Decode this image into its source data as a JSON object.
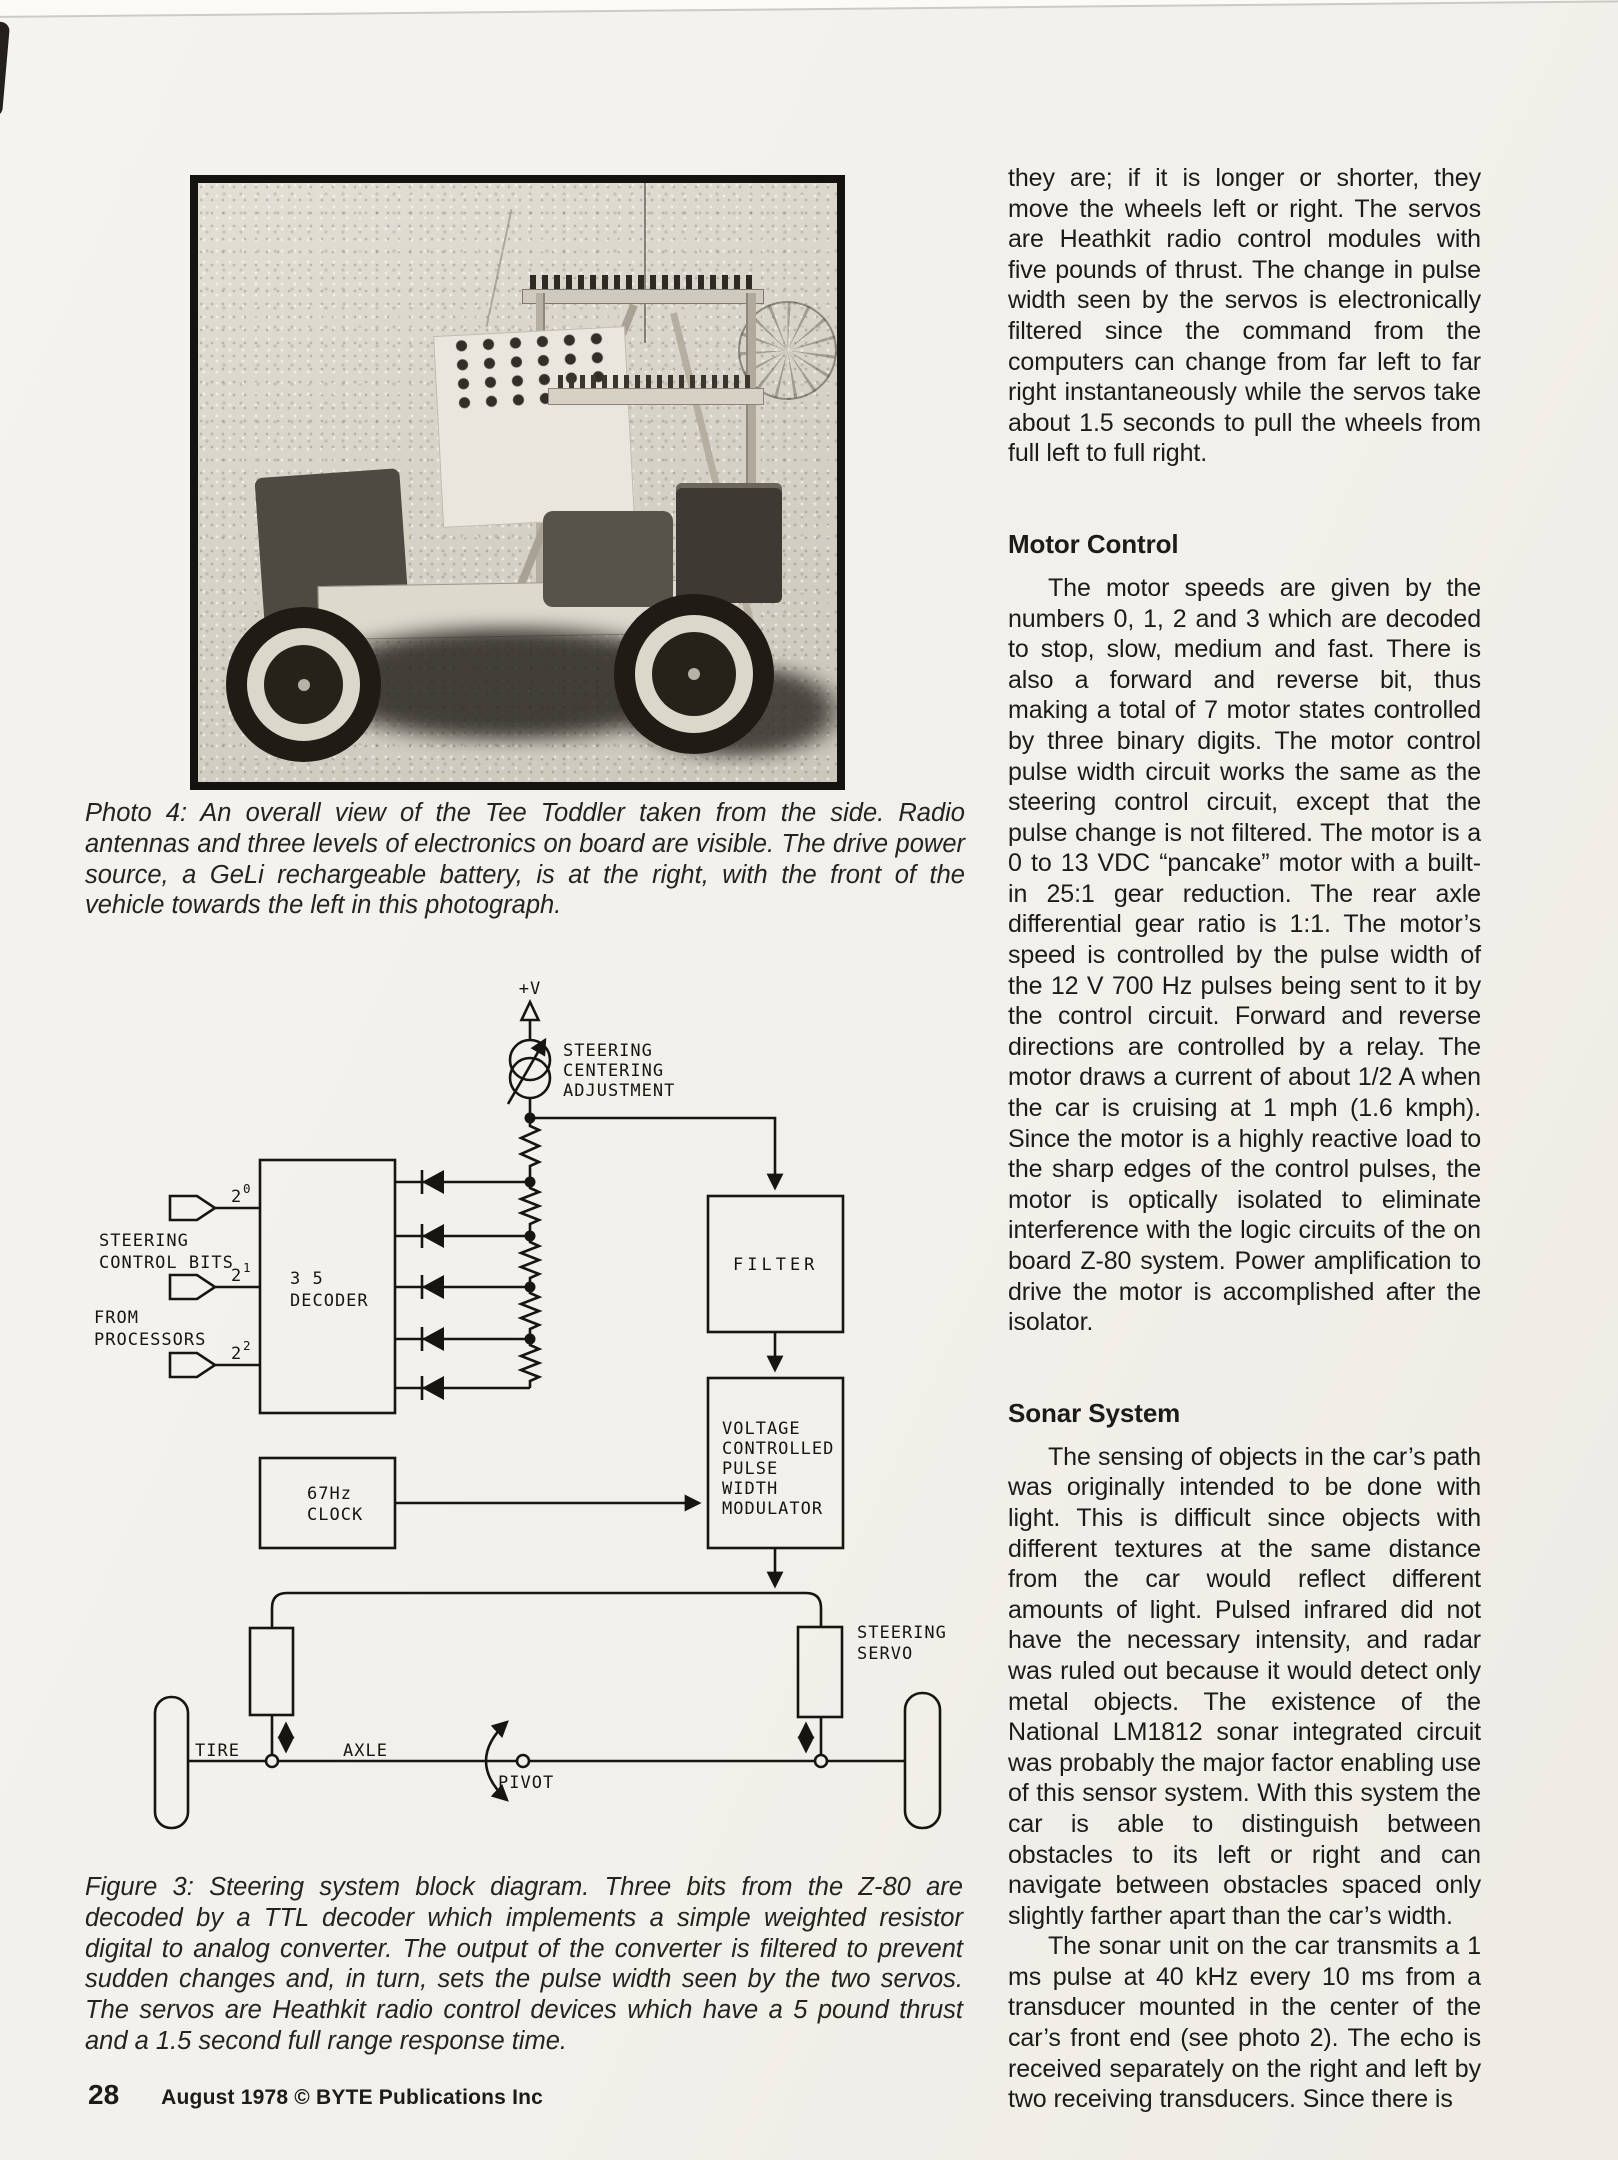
{
  "page": {
    "footer": {
      "page_number": "28",
      "credit": "August 1978 © BYTE Publications Inc"
    }
  },
  "photo": {
    "caption": "Photo 4: An overall view of the Tee Toddler taken from the side. Radio antennas and three levels of electronics on board are visible. The drive power source, a GeLi rechargeable battery, is at the right, with the front of the vehicle towards the left in this photograph."
  },
  "figure": {
    "caption": "Figure 3: Steering system block diagram. Three bits from the Z-80 are decoded by a TTL decoder which implements a simple weighted resistor digital to analog converter. The output of the converter is filtered to prevent sudden changes and, in turn, sets the pulse width seen by the two servos. The servos are Heathkit radio control devices which have a 5 pound thrust and a 1.5 second full range response time.",
    "diagram": {
      "supply_label": "+V",
      "adjustment_label": [
        "STEERING",
        "CENTERING",
        "ADJUSTMENT"
      ],
      "control_bits_label": [
        "STEERING",
        "CONTROL BITS"
      ],
      "from_label": [
        "FROM",
        "PROCESSORS"
      ],
      "bit_base": "2",
      "bit_exponents": [
        "0",
        "1",
        "2"
      ],
      "decoder_label": [
        "3 5",
        "DECODER"
      ],
      "filter_label": "FILTER",
      "modulator_label": [
        "VOLTAGE",
        "CONTROLLED",
        "PULSE",
        "WIDTH",
        "MODULATOR"
      ],
      "clock_label": [
        "67Hz",
        "CLOCK"
      ],
      "servo_label": [
        "STEERING",
        "SERVO"
      ],
      "tire_label": "TIRE",
      "axle_label": "AXLE",
      "pivot_label": "PIVOT"
    }
  },
  "article": {
    "intro_paragraph": "they are; if it is longer or shorter, they move the wheels left or right. The servos are Heathkit radio control modules with five pounds of thrust. The change in pulse width seen by the servos is electronically filtered since the command from the computers can change from far left to far right instantaneously while the servos take about 1.5 seconds to pull the wheels from full left to full right.",
    "motor_control": {
      "heading": "Motor Control",
      "paragraph": "The motor speeds are given by the numbers 0, 1, 2 and 3 which are decoded to stop, slow, medium and fast. There is also a forward and reverse bit, thus making a total of 7 motor states controlled by three binary digits. The motor control pulse width circuit works the same as the steering control circuit, except that the pulse change is not filtered. The motor is a 0 to 13 VDC “pancake” motor with a built-in 25:1 gear reduction. The rear axle differential gear ratio is 1:1. The motor’s speed is controlled by the pulse width of the 12 V 700 Hz pulses being sent to it by the control circuit. Forward and reverse directions are controlled by a relay. The motor draws a current of about 1/2 A when the car is cruising at 1 mph (1.6 kmph). Since the motor is a highly reactive load to the sharp edges of the control pulses, the motor is optically isolated to eliminate interference with the logic circuits of the on board Z-80 system. Power amplification to drive the motor is accomplished after the isolator."
    },
    "sonar_system": {
      "heading": "Sonar System",
      "paragraph1": "The sensing of objects in the car’s path was originally intended to be done with light. This is difficult since objects with different textures at the same distance from the car would reflect different amounts of light. Pulsed infrared did not have the necessary intensity, and radar was ruled out because it would detect only metal objects. The existence of the National LM1812 sonar integrated circuit was probably the major factor enabling use of this sensor system. With this system the car is able to distinguish between obstacles to its left or right and can navigate between obstacles spaced only slightly farther apart than the car’s width.",
      "paragraph2": "The sonar unit on the car transmits a 1 ms pulse at 40 kHz every 10 ms from a transducer mounted in the center of the car’s front end (see photo 2). The echo is received separately on the right and left by two receiving transducers. Since there is"
    }
  }
}
